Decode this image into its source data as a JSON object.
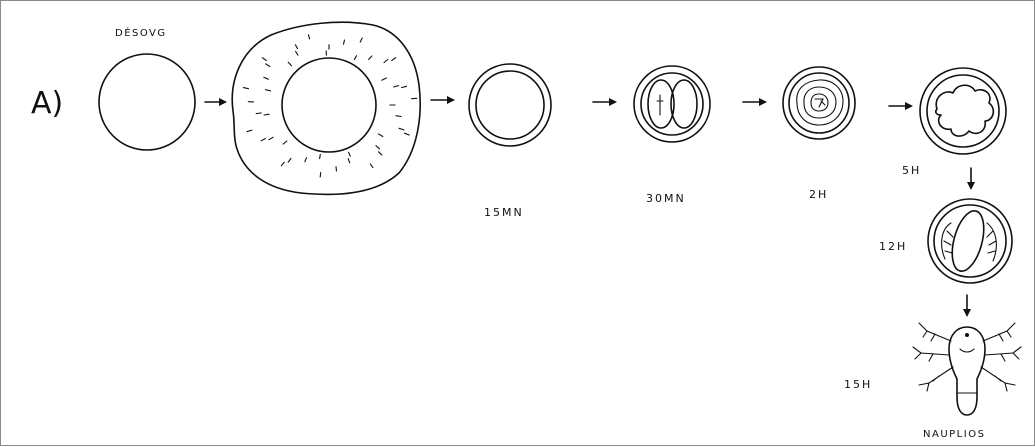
{
  "panel_label": "A)",
  "labels": {
    "desovg": "DÉSOVG",
    "t_15mn": "15MN",
    "t_30mn": "30MN",
    "t_2h": "2H",
    "t_5h": "5H",
    "t_12h": "12H",
    "t_15h": "15H",
    "nauplios": "NAUPLIOS"
  }
}
